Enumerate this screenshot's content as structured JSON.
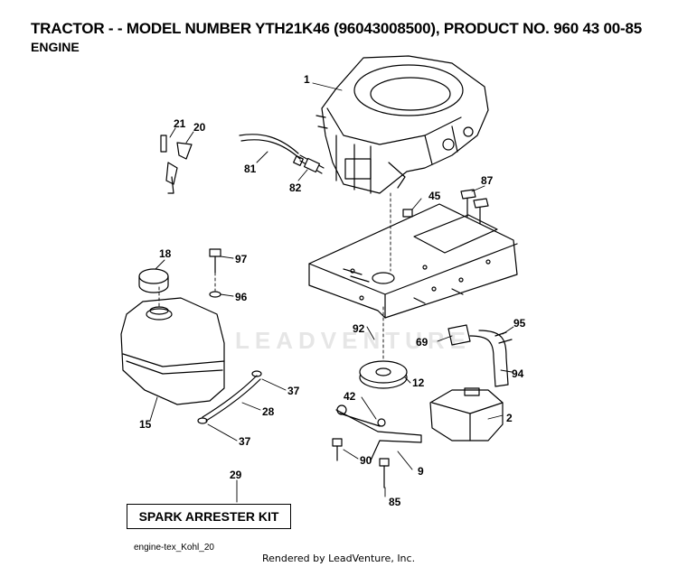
{
  "header": {
    "title": "TRACTOR - - MODEL NUMBER YTH21K46 (96043008500), PRODUCT NO. 960 43 00-85",
    "subtitle": "ENGINE"
  },
  "watermark": "LEADVENTURE",
  "kit_label": "SPARK ARRESTER KIT",
  "footnote": "engine-tex_Kohl_20",
  "rendered_by": "Rendered by LeadVenture, Inc.",
  "callouts": [
    {
      "id": "1",
      "label": "1"
    },
    {
      "id": "2",
      "label": "2"
    },
    {
      "id": "9",
      "label": "9"
    },
    {
      "id": "12",
      "label": "12"
    },
    {
      "id": "15",
      "label": "15"
    },
    {
      "id": "18",
      "label": "18"
    },
    {
      "id": "20",
      "label": "20"
    },
    {
      "id": "21",
      "label": "21"
    },
    {
      "id": "28",
      "label": "28"
    },
    {
      "id": "29",
      "label": "29"
    },
    {
      "id": "37a",
      "label": "37"
    },
    {
      "id": "37b",
      "label": "37"
    },
    {
      "id": "42",
      "label": "42"
    },
    {
      "id": "45",
      "label": "45"
    },
    {
      "id": "69",
      "label": "69"
    },
    {
      "id": "81",
      "label": "81"
    },
    {
      "id": "82",
      "label": "82"
    },
    {
      "id": "85",
      "label": "85"
    },
    {
      "id": "87",
      "label": "87"
    },
    {
      "id": "90",
      "label": "90"
    },
    {
      "id": "92",
      "label": "92"
    },
    {
      "id": "94",
      "label": "94"
    },
    {
      "id": "95",
      "label": "95"
    },
    {
      "id": "96",
      "label": "96"
    },
    {
      "id": "97",
      "label": "97"
    }
  ]
}
